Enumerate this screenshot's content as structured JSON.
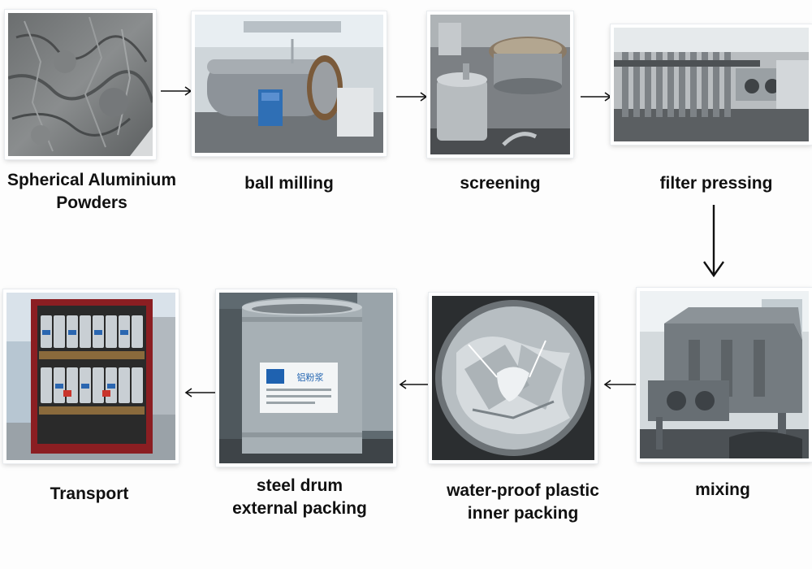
{
  "steps": [
    {
      "label_line1": "Spherical Aluminium",
      "label_line2": "Powders"
    },
    {
      "label_line1": "ball milling",
      "label_line2": ""
    },
    {
      "label_line1": "screening",
      "label_line2": ""
    },
    {
      "label_line1": "filter pressing",
      "label_line2": ""
    },
    {
      "label_line1": "mixing",
      "label_line2": ""
    },
    {
      "label_line1": "water-proof plastic",
      "label_line2": "inner packing"
    },
    {
      "label_line1": "steel drum",
      "label_line2": "external packing"
    },
    {
      "label_line1": "Transport",
      "label_line2": ""
    }
  ],
  "drum_label": {
    "cn": "铝粉浆"
  },
  "colors": {
    "label_text": "#111111",
    "arrow": "#111111",
    "frame_shadow": "#e9ecef"
  }
}
